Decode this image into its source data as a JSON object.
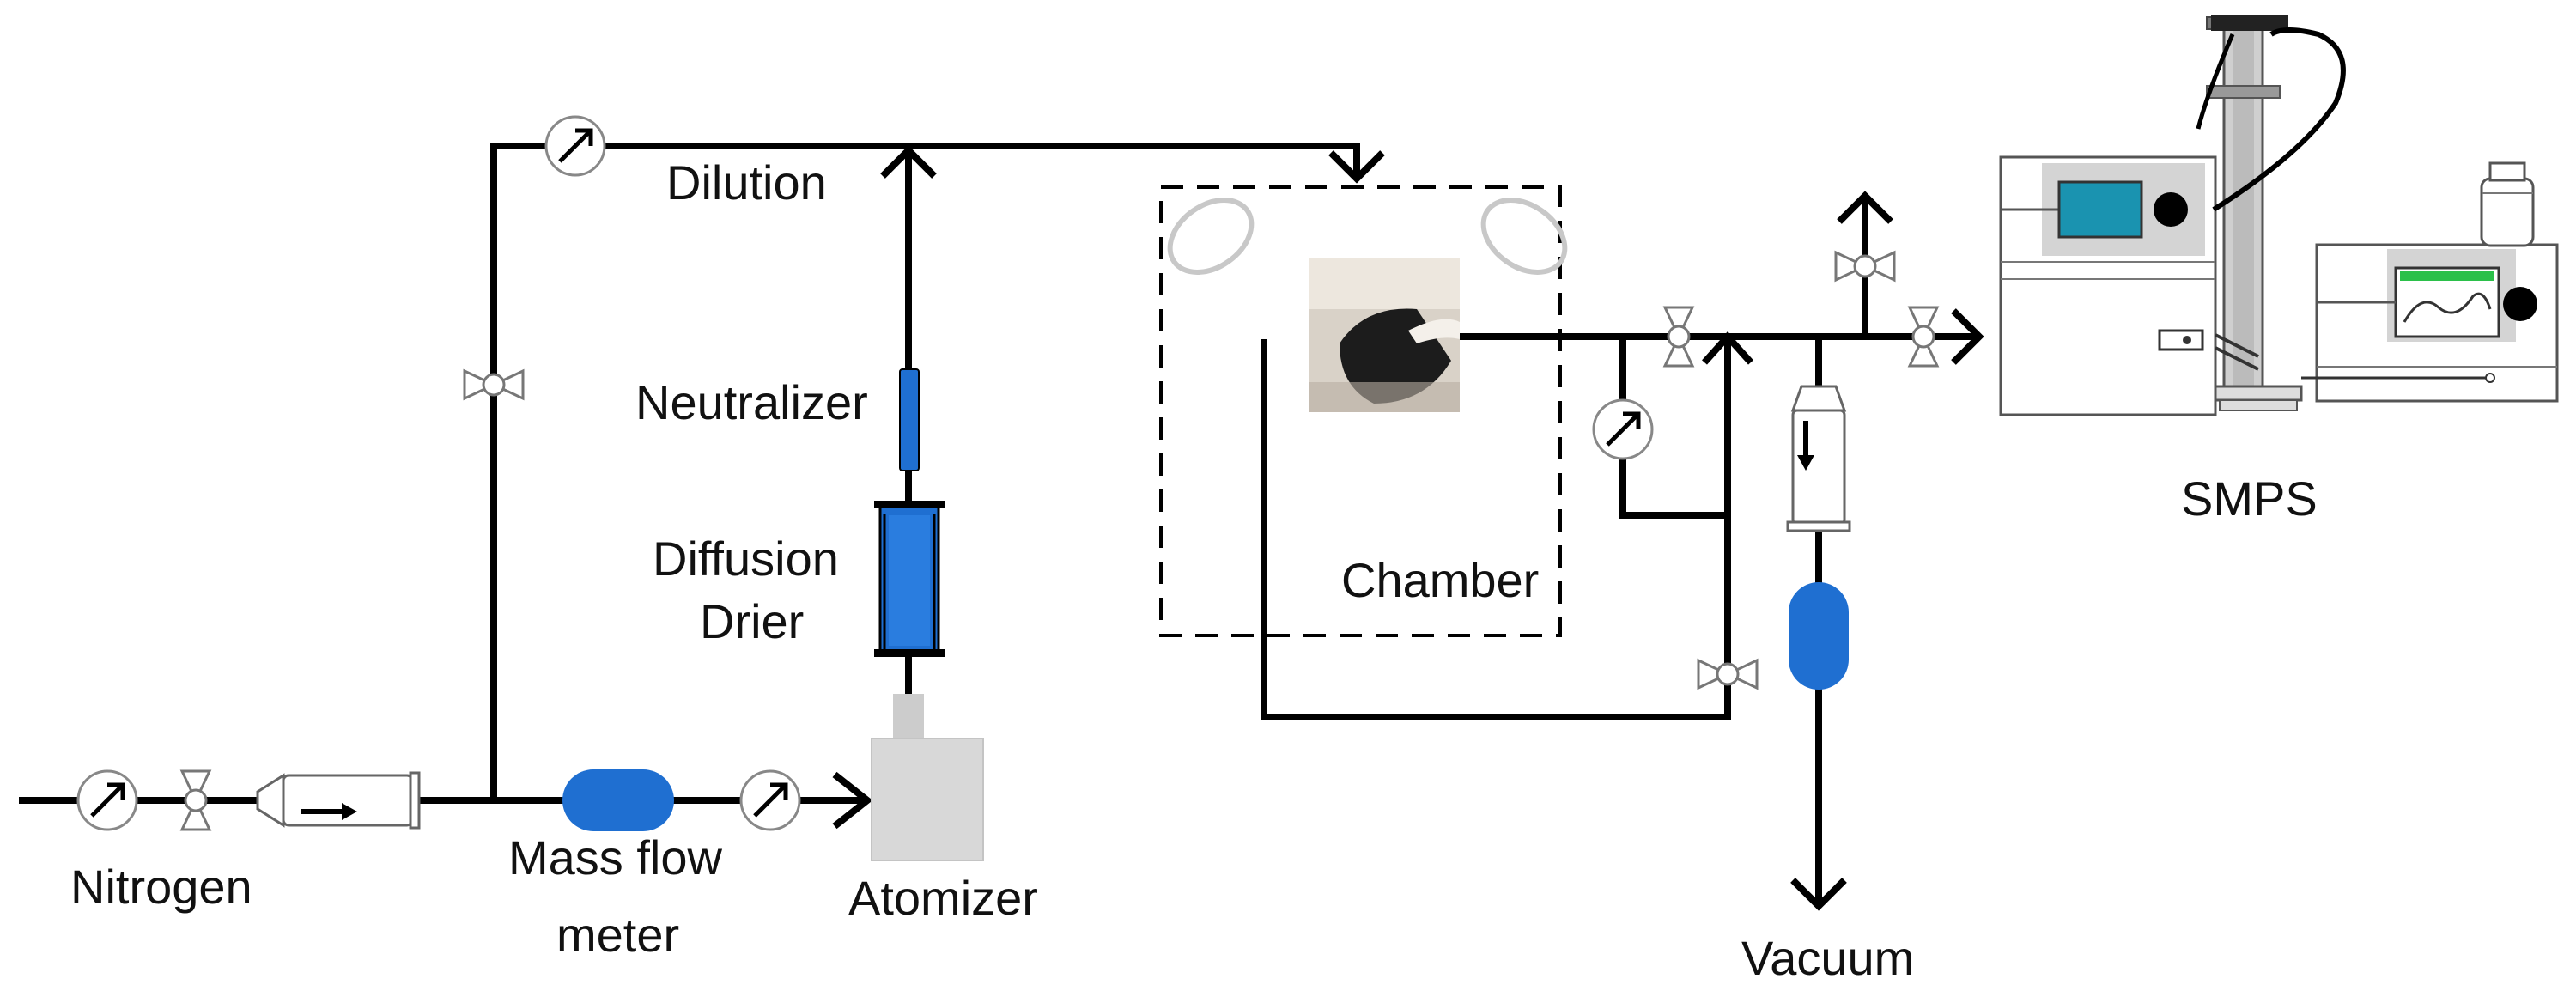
{
  "labels": {
    "nitrogen": "Nitrogen",
    "mass_flow_1": "Mass flow",
    "mass_flow_2": "meter",
    "atomizer": "Atomizer",
    "diffusion_1": "Diffusion",
    "diffusion_2": "Drier",
    "neutralizer": "Neutralizer",
    "dilution": "Dilution",
    "chamber": "Chamber",
    "smps": "SMPS",
    "vacuum": "Vacuum"
  },
  "colors": {
    "blue": "#1f6fd1",
    "teal": "#1a93b0",
    "green": "#2bc04a",
    "grey": "#d4d4d4",
    "line": "#000000"
  }
}
